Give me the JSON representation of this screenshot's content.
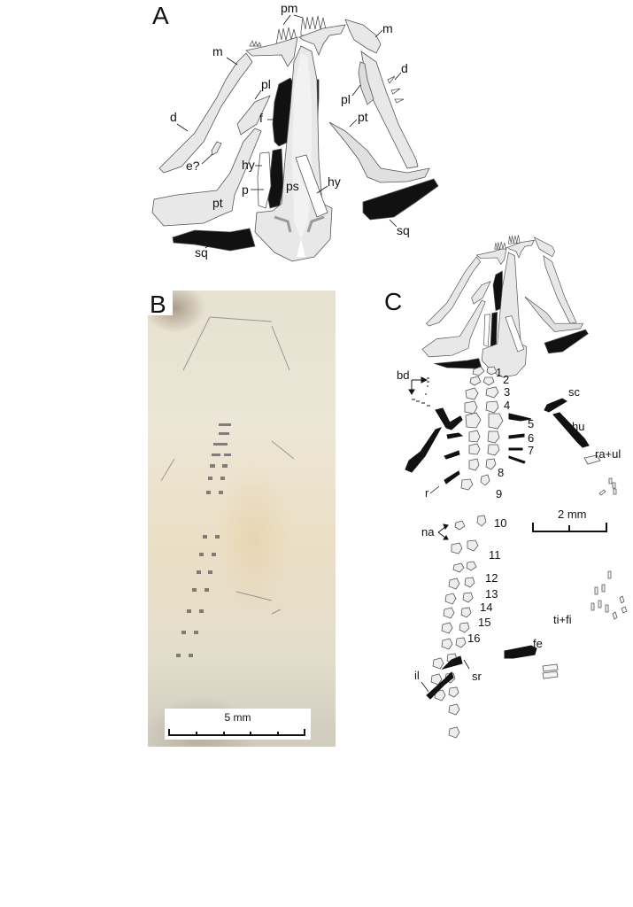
{
  "figure": {
    "panels": [
      {
        "letter": "A",
        "description": "Skull reconstruction drawing",
        "labels": {
          "pm": "pm",
          "m_left": "m",
          "m_right": "m",
          "d_left": "d",
          "d_right": "d",
          "pl_left": "pl",
          "pl_right": "pl",
          "f": "f",
          "pt_left": "pt",
          "pt_right": "pt",
          "e": "e?",
          "hy_left": "hy",
          "hy_right": "hy",
          "p": "p",
          "ps": "ps",
          "sq_left": "sq",
          "sq_right": "sq"
        }
      },
      {
        "letter": "B",
        "description": "Fossil specimen photograph",
        "scalebar": "5 mm"
      },
      {
        "letter": "C",
        "description": "Full skeleton interpretive drawing",
        "labels": {
          "bd": "bd",
          "sc": "sc",
          "hu": "hu",
          "ra_ul": "ra+ul",
          "r": "r",
          "na": "na",
          "fe": "fe",
          "ti_fi": "ti+fi",
          "sr": "sr",
          "il": "il"
        },
        "vertebra_numbers": [
          "1",
          "2",
          "3",
          "4",
          "5",
          "6",
          "7",
          "8",
          "9",
          "10",
          "11",
          "12",
          "13",
          "14",
          "15",
          "16"
        ],
        "scalebar": "2 mm"
      }
    ],
    "colors": {
      "bone_fill": "#e8e8e8",
      "bone_light": "#f2f2f2",
      "bone_dark_fill": "#111111",
      "outline": "#555555",
      "photo_matrix": "#e6e1d0"
    }
  }
}
